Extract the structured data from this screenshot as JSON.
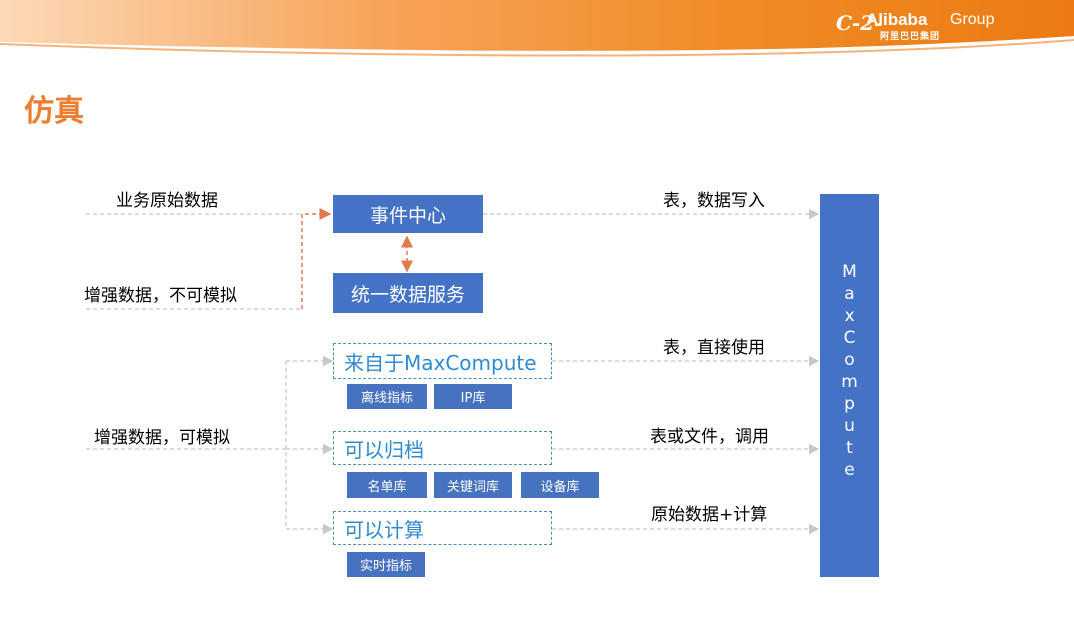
{
  "header": {
    "logo_mark": "C-2-",
    "logo_brand": "Alibaba",
    "logo_group": "Group",
    "logo_cn": "阿里巴巴集团"
  },
  "title": "仿真",
  "left_labels": {
    "raw": "业务原始数据",
    "enh_no_sim": "增强数据，不可模拟",
    "enh_sim": "增强数据，可模拟"
  },
  "boxes": {
    "event_center": "事件中心",
    "unified_service": "统一数据服务"
  },
  "groups": [
    {
      "title": "来自于MaxCompute",
      "chips": [
        "离线指标",
        "IP库"
      ]
    },
    {
      "title": "可以归档",
      "chips": [
        "名单库",
        "关键词库",
        "设备库"
      ]
    },
    {
      "title": "可以计算",
      "chips": [
        "实时指标"
      ]
    }
  ],
  "right_labels": [
    "表，数据写入",
    "表，直接使用",
    "表或文件，调用",
    "原始数据+计算"
  ],
  "maxcompute_letters": [
    "M",
    "a",
    "x",
    "C",
    "o",
    "m",
    "p",
    "u",
    "t",
    "e"
  ],
  "colors": {
    "orange": "#ED7D31",
    "blue": "#4472C4",
    "dashed_blue": "#4A90C8",
    "line_gray": "#C8C8C8"
  }
}
